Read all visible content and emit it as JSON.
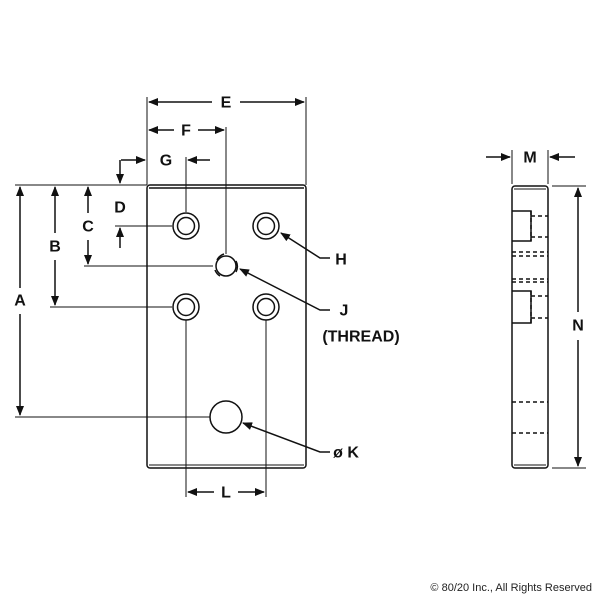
{
  "labels": {
    "A": "A",
    "B": "B",
    "C": "C",
    "D": "D",
    "E": "E",
    "F": "F",
    "G": "G",
    "H": "H",
    "J": "J",
    "thread": "(THREAD)",
    "K": "ø K",
    "L": "L",
    "M": "M",
    "N": "N"
  },
  "copyright": "© 80/20 Inc., All Rights Reserved",
  "colors": {
    "line": "#111111",
    "background": "#ffffff"
  }
}
